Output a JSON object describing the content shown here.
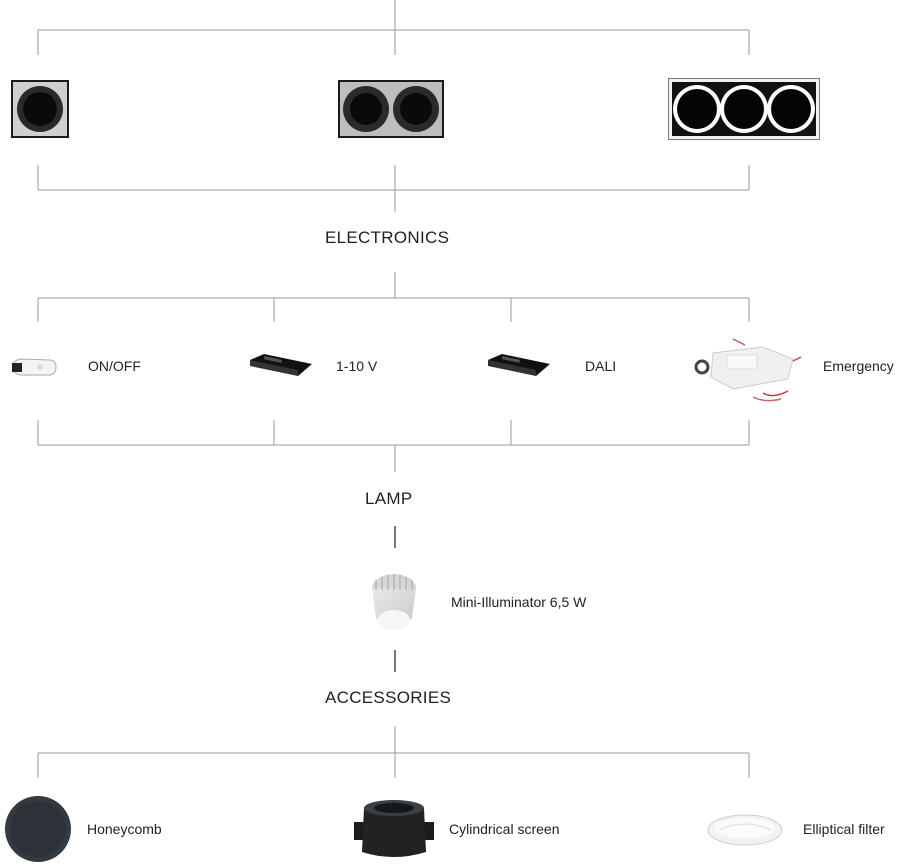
{
  "sections": {
    "electronics": "ELECTRONICS",
    "lamp": "LAMP",
    "accessories": "ACCESSORIES"
  },
  "electronics": [
    {
      "label": "ON/OFF",
      "icon": "driver-white-icon"
    },
    {
      "label": "1-10 V",
      "icon": "driver-black-icon"
    },
    {
      "label": "DALI",
      "icon": "driver-black-icon"
    },
    {
      "label": "Emergency",
      "icon": "emergency-kit-icon"
    }
  ],
  "lamp": {
    "label": "Mini-Illuminator 6,5 W",
    "icon": "lamp-icon"
  },
  "accessories": [
    {
      "label": "Honeycomb",
      "icon": "honeycomb-icon"
    },
    {
      "label": "Cylindrical screen",
      "icon": "cylindrical-screen-icon"
    },
    {
      "label": "Elliptical filter",
      "icon": "elliptical-filter-icon"
    }
  ],
  "fixtures": [
    {
      "icon": "single-fixture-icon"
    },
    {
      "icon": "double-fixture-icon"
    },
    {
      "icon": "triple-fixture-icon"
    }
  ],
  "colors": {
    "lines": "#9a9a9a",
    "text": "#222222",
    "fixture": "#111111"
  }
}
